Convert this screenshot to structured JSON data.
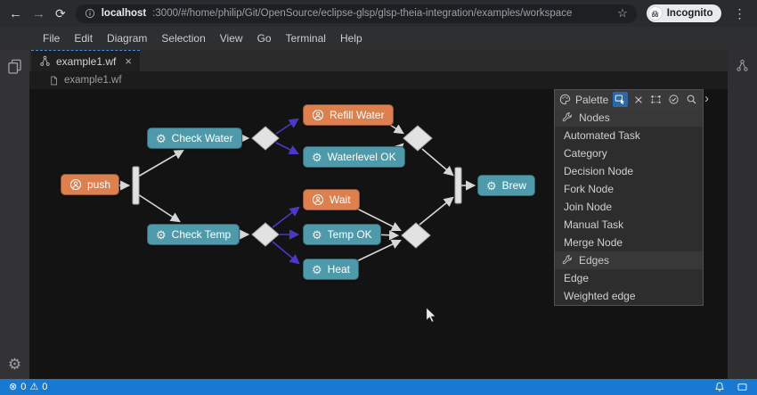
{
  "browser": {
    "url_host": "localhost",
    "url_path": ":3000/#/home/philip/Git/OpenSource/eclipse-glsp/glsp-theia-integration/examples/workspace",
    "incognito_label": "Incognito"
  },
  "icons": {
    "back": "←",
    "forward": "→",
    "reload": "⟳",
    "star": "☆",
    "kebab": "⋮",
    "close": "×",
    "gear": "⚙",
    "error": "⊗",
    "warning": "⚠",
    "chevron_right": "›"
  },
  "menu_bar": {
    "items": [
      "File",
      "Edit",
      "Diagram",
      "Selection",
      "View",
      "Go",
      "Terminal",
      "Help"
    ]
  },
  "editor": {
    "tab_label": "example1.wf",
    "breadcrumb": "example1.wf"
  },
  "palette": {
    "title": "Palette",
    "sections": [
      {
        "label": "Nodes",
        "items": [
          "Automated Task",
          "Category",
          "Decision Node",
          "Fork Node",
          "Join Node",
          "Manual Task",
          "Merge Node"
        ]
      },
      {
        "label": "Edges",
        "items": [
          "Edge",
          "Weighted edge"
        ]
      }
    ]
  },
  "diagram": {
    "nodes": [
      {
        "label": "push",
        "kind": "manual-task"
      },
      {
        "label": "Check Water",
        "kind": "automated-task"
      },
      {
        "label": "Check Temp",
        "kind": "automated-task"
      },
      {
        "label": "Refill Water",
        "kind": "manual-task"
      },
      {
        "label": "Waterlevel OK",
        "kind": "automated-task"
      },
      {
        "label": "Wait",
        "kind": "manual-task"
      },
      {
        "label": "Temp OK",
        "kind": "automated-task"
      },
      {
        "label": "Heat",
        "kind": "automated-task"
      },
      {
        "label": "Brew",
        "kind": "automated-task"
      }
    ],
    "colors": {
      "manual_task": "#dd8050",
      "automated_task": "#4e9aab",
      "edge": "#c9c9c9",
      "weighted_edge": "#4a39c8",
      "control_shape": "#e2e2e2",
      "status_bar": "#1879d2"
    }
  },
  "status_bar": {
    "errors": "0",
    "warnings": "0"
  }
}
